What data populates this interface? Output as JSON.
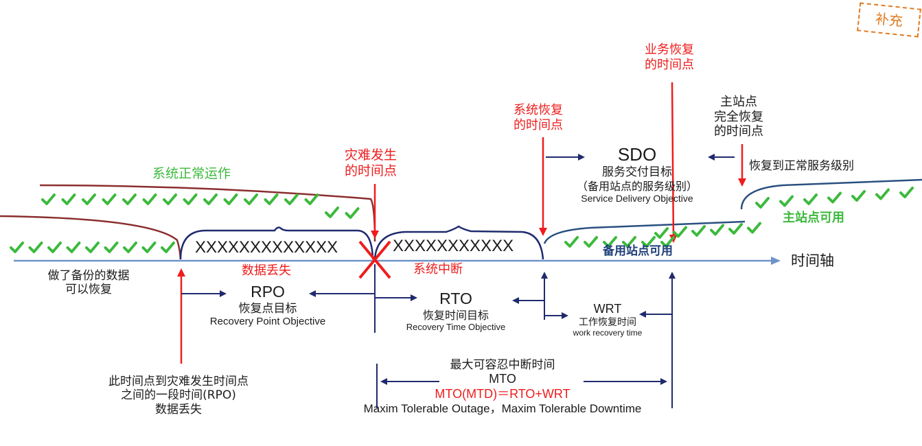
{
  "stamp": "补充",
  "labels": {
    "normal_operation": "系统正常运作",
    "disaster_time": [
      "灾难发生",
      "的时间点"
    ],
    "system_recovery_time": [
      "系统恢复",
      "的时间点"
    ],
    "business_recovery_time": [
      "业务恢复",
      "的时间点"
    ],
    "primary_full_recovery": [
      "主站点",
      "完全恢复",
      "的时间点"
    ],
    "restore_service_level": "恢复到正常服务级别",
    "sdo": {
      "abbr": "SDO",
      "cn": "服务交付目标",
      "note": "（备用站点的服务级别）",
      "en": "Service Delivery Objective"
    },
    "primary_available": {
      "prefix": "主站点",
      "suffix": "可用"
    },
    "backup_available": "备用站点可用",
    "time_axis": "时间轴",
    "xx_left": "XXXXXXXXXXXXX",
    "xx_right": "XXXXXXXXXXX",
    "data_loss_top": "数据丢失",
    "system_interruption": "系统中断",
    "backup_data": [
      "做了备份的数据",
      "可以恢复"
    ],
    "rpo": {
      "abbr": "RPO",
      "cn": "恢复点目标",
      "en": "Recovery Point Objective"
    },
    "rto": {
      "abbr": "RTO",
      "cn": "恢复时间目标",
      "en": "Recovery Time Objective"
    },
    "wrt": {
      "abbr": "WRT",
      "cn": "工作恢复时间",
      "en": "work recovery time"
    },
    "rpo_note": [
      "此时间点到灾难发生时间点",
      "之间的一段时间(RPO)",
      "数据丢失"
    ],
    "mto": {
      "cn": "最大可容忍中断时间",
      "abbr": "MTO",
      "formula": "MTO(MTD)＝RTO+WRT",
      "en": "Maxim Tolerable Outage，Maxim Tolerable Downtime"
    }
  },
  "colors": {
    "red": "#ee1c1c",
    "green": "#3cb93c",
    "navy": "#1f2a6e",
    "axis": "#6f93c9",
    "brown": "#8b2e2e",
    "steel": "#2a4f80",
    "stamp": "#e07a1f"
  },
  "icons": [
    "check-icon",
    "cross-icon",
    "arrow-icon"
  ]
}
